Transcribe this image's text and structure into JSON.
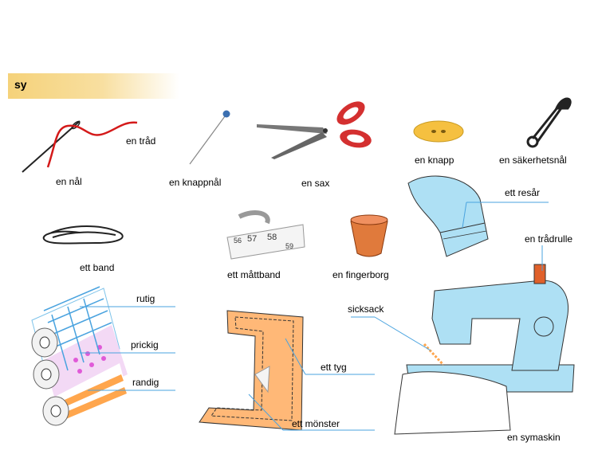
{
  "section": {
    "title": "sy"
  },
  "labels": {
    "needle": "en nål",
    "thread": "en tråd",
    "pin": "en knappnål",
    "scissors": "en sax",
    "button": "en knapp",
    "safety_pin": "en säkerhetsnål",
    "elastic": "ett resår",
    "ribbon": "ett band",
    "tape_measure": "ett måttband",
    "thimble": "en fingerborg",
    "spool": "en trådrulle",
    "checked": "rutig",
    "dotted": "prickig",
    "striped": "randig",
    "zigzag": "sicksack",
    "fabric": "ett tyg",
    "pattern": "ett mönster",
    "sewing_machine": "en symaskin"
  },
  "tape_numbers": [
    "56",
    "57",
    "58",
    "59"
  ],
  "colors": {
    "header": "#f5d27a",
    "leader_line": "#4aa3df",
    "machine": "#aee0f4",
    "thread_red": "#d41a1a",
    "orange": "#ffa64d"
  }
}
